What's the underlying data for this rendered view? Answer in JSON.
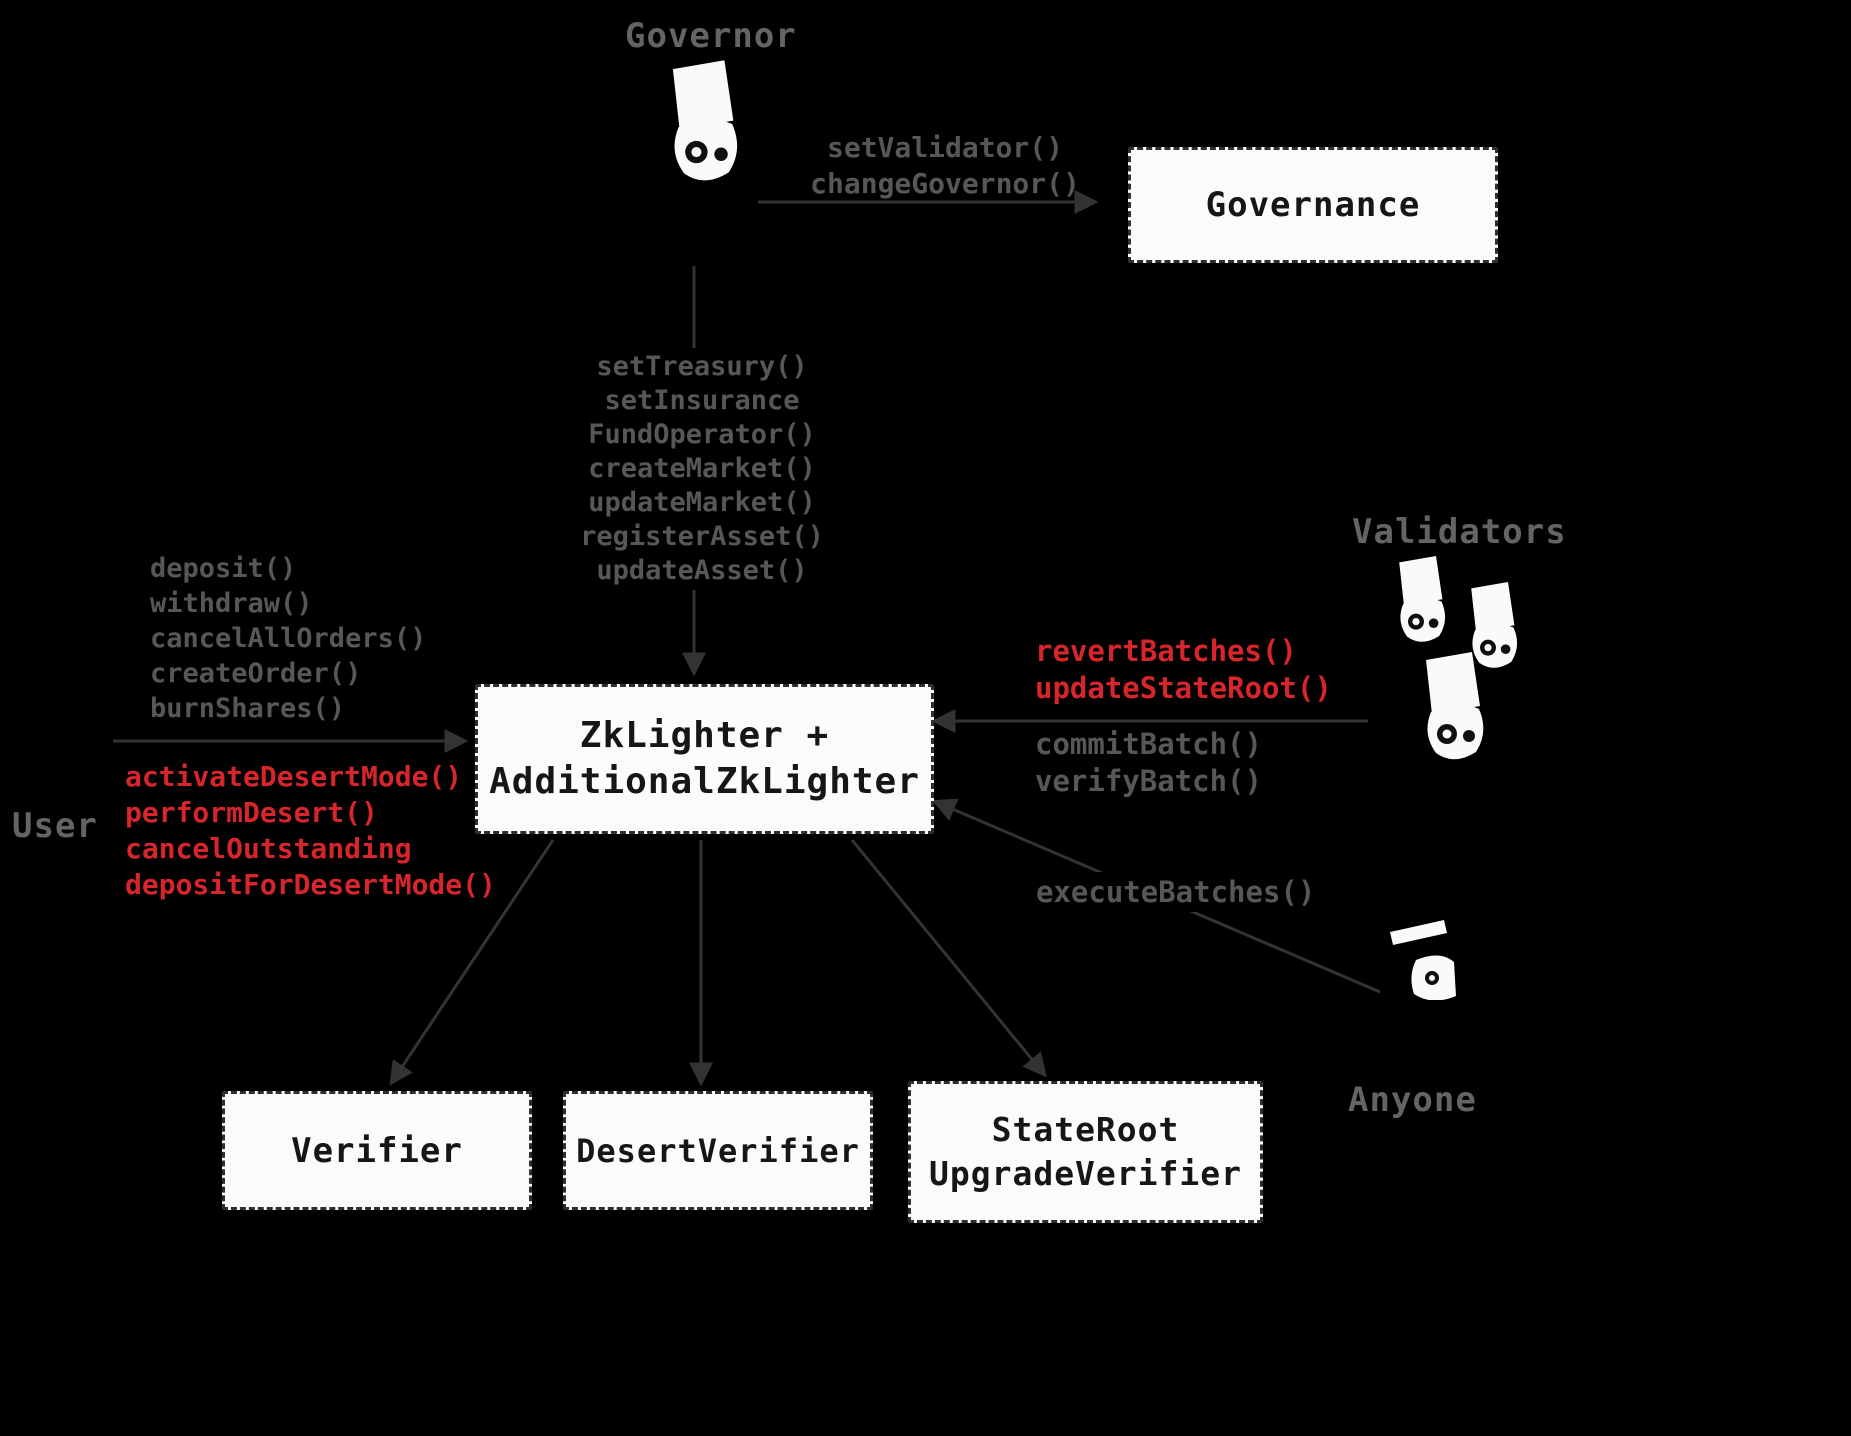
{
  "colors": {
    "background": "#000000",
    "box_fill": "#fbfbfb",
    "box_border": "#2e2e2e",
    "box_text": "#161616",
    "gray_text": "#575757",
    "red_text": "#d6262c",
    "arrow": "#333333",
    "figure": "#fafafa"
  },
  "actors": {
    "governor": "Governor",
    "user": "User",
    "validators": "Validators",
    "anyone": "Anyone"
  },
  "boxes": {
    "governance": {
      "lines": [
        "Governance"
      ]
    },
    "zklighter": {
      "lines": [
        "ZkLighter +",
        "AdditionalZkLighter"
      ]
    },
    "verifier": {
      "lines": [
        "Verifier"
      ]
    },
    "desert_verifier": {
      "lines": [
        "DesertVerifier"
      ]
    },
    "stateroot_upgrade_verifier": {
      "lines": [
        "StateRoot",
        "UpgradeVerifier"
      ]
    }
  },
  "edges": {
    "governor_to_governance": {
      "labels": [
        "setValidator()",
        "changeGovernor()"
      ]
    },
    "governor_to_zklighter": {
      "labels": [
        "setTreasury()",
        "setInsurance",
        "FundOperator()",
        "createMarket()",
        "updateMarket()",
        "registerAsset()",
        "updateAsset()"
      ]
    },
    "user_to_zklighter": {
      "gray_labels": [
        "deposit()",
        "withdraw()",
        "cancelAllOrders()",
        "createOrder()",
        "burnShares()"
      ],
      "red_labels": [
        "activateDesertMode()",
        "performDesert()",
        "cancelOutstanding",
        "depositForDesertMode()"
      ]
    },
    "validators_to_zklighter": {
      "red_labels": [
        "revertBatches()",
        "updateStateRoot()"
      ],
      "gray_labels": [
        "commitBatch()",
        "verifyBatch()"
      ]
    },
    "anyone_to_zklighter": {
      "labels": [
        "executeBatches()"
      ]
    }
  }
}
